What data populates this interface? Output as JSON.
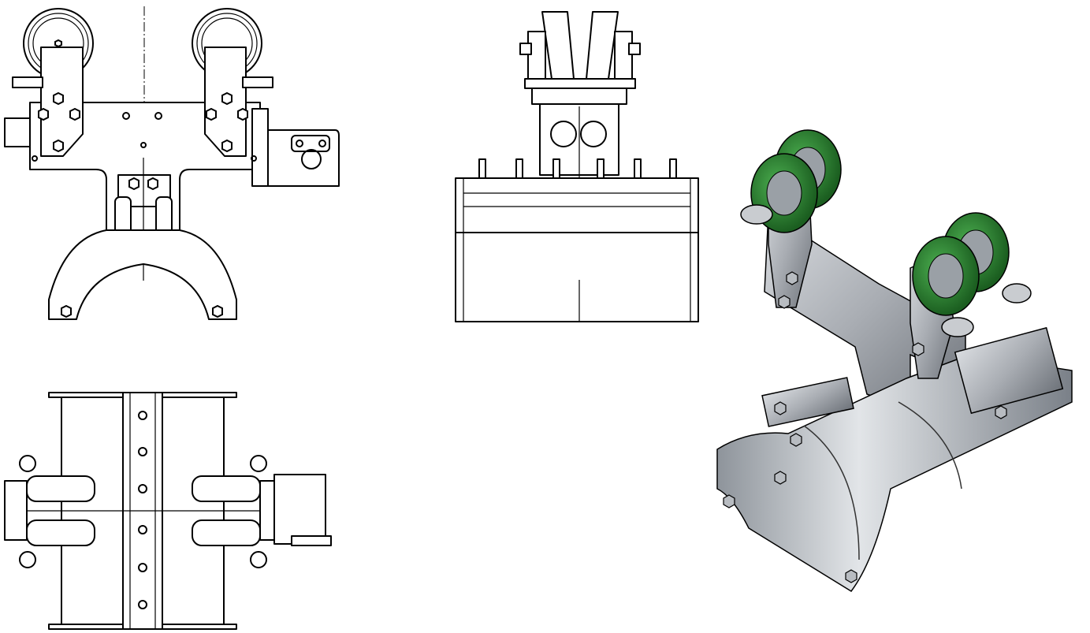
{
  "drawing": {
    "views": [
      {
        "id": "front",
        "label": ""
      },
      {
        "id": "side",
        "label": ""
      },
      {
        "id": "top",
        "label": ""
      },
      {
        "id": "isometric",
        "label": ""
      }
    ]
  },
  "colors": {
    "background": "#ffffff",
    "line": "#000000",
    "wheel_green": "#2e7d32",
    "wheel_green_light": "#4caf50",
    "steel": "#a9adb3",
    "steel_dark": "#6e737a",
    "steel_light": "#d9dce0"
  },
  "icons": [
    "hex-nut-icon",
    "wheel-icon",
    "bolt-icon"
  ]
}
